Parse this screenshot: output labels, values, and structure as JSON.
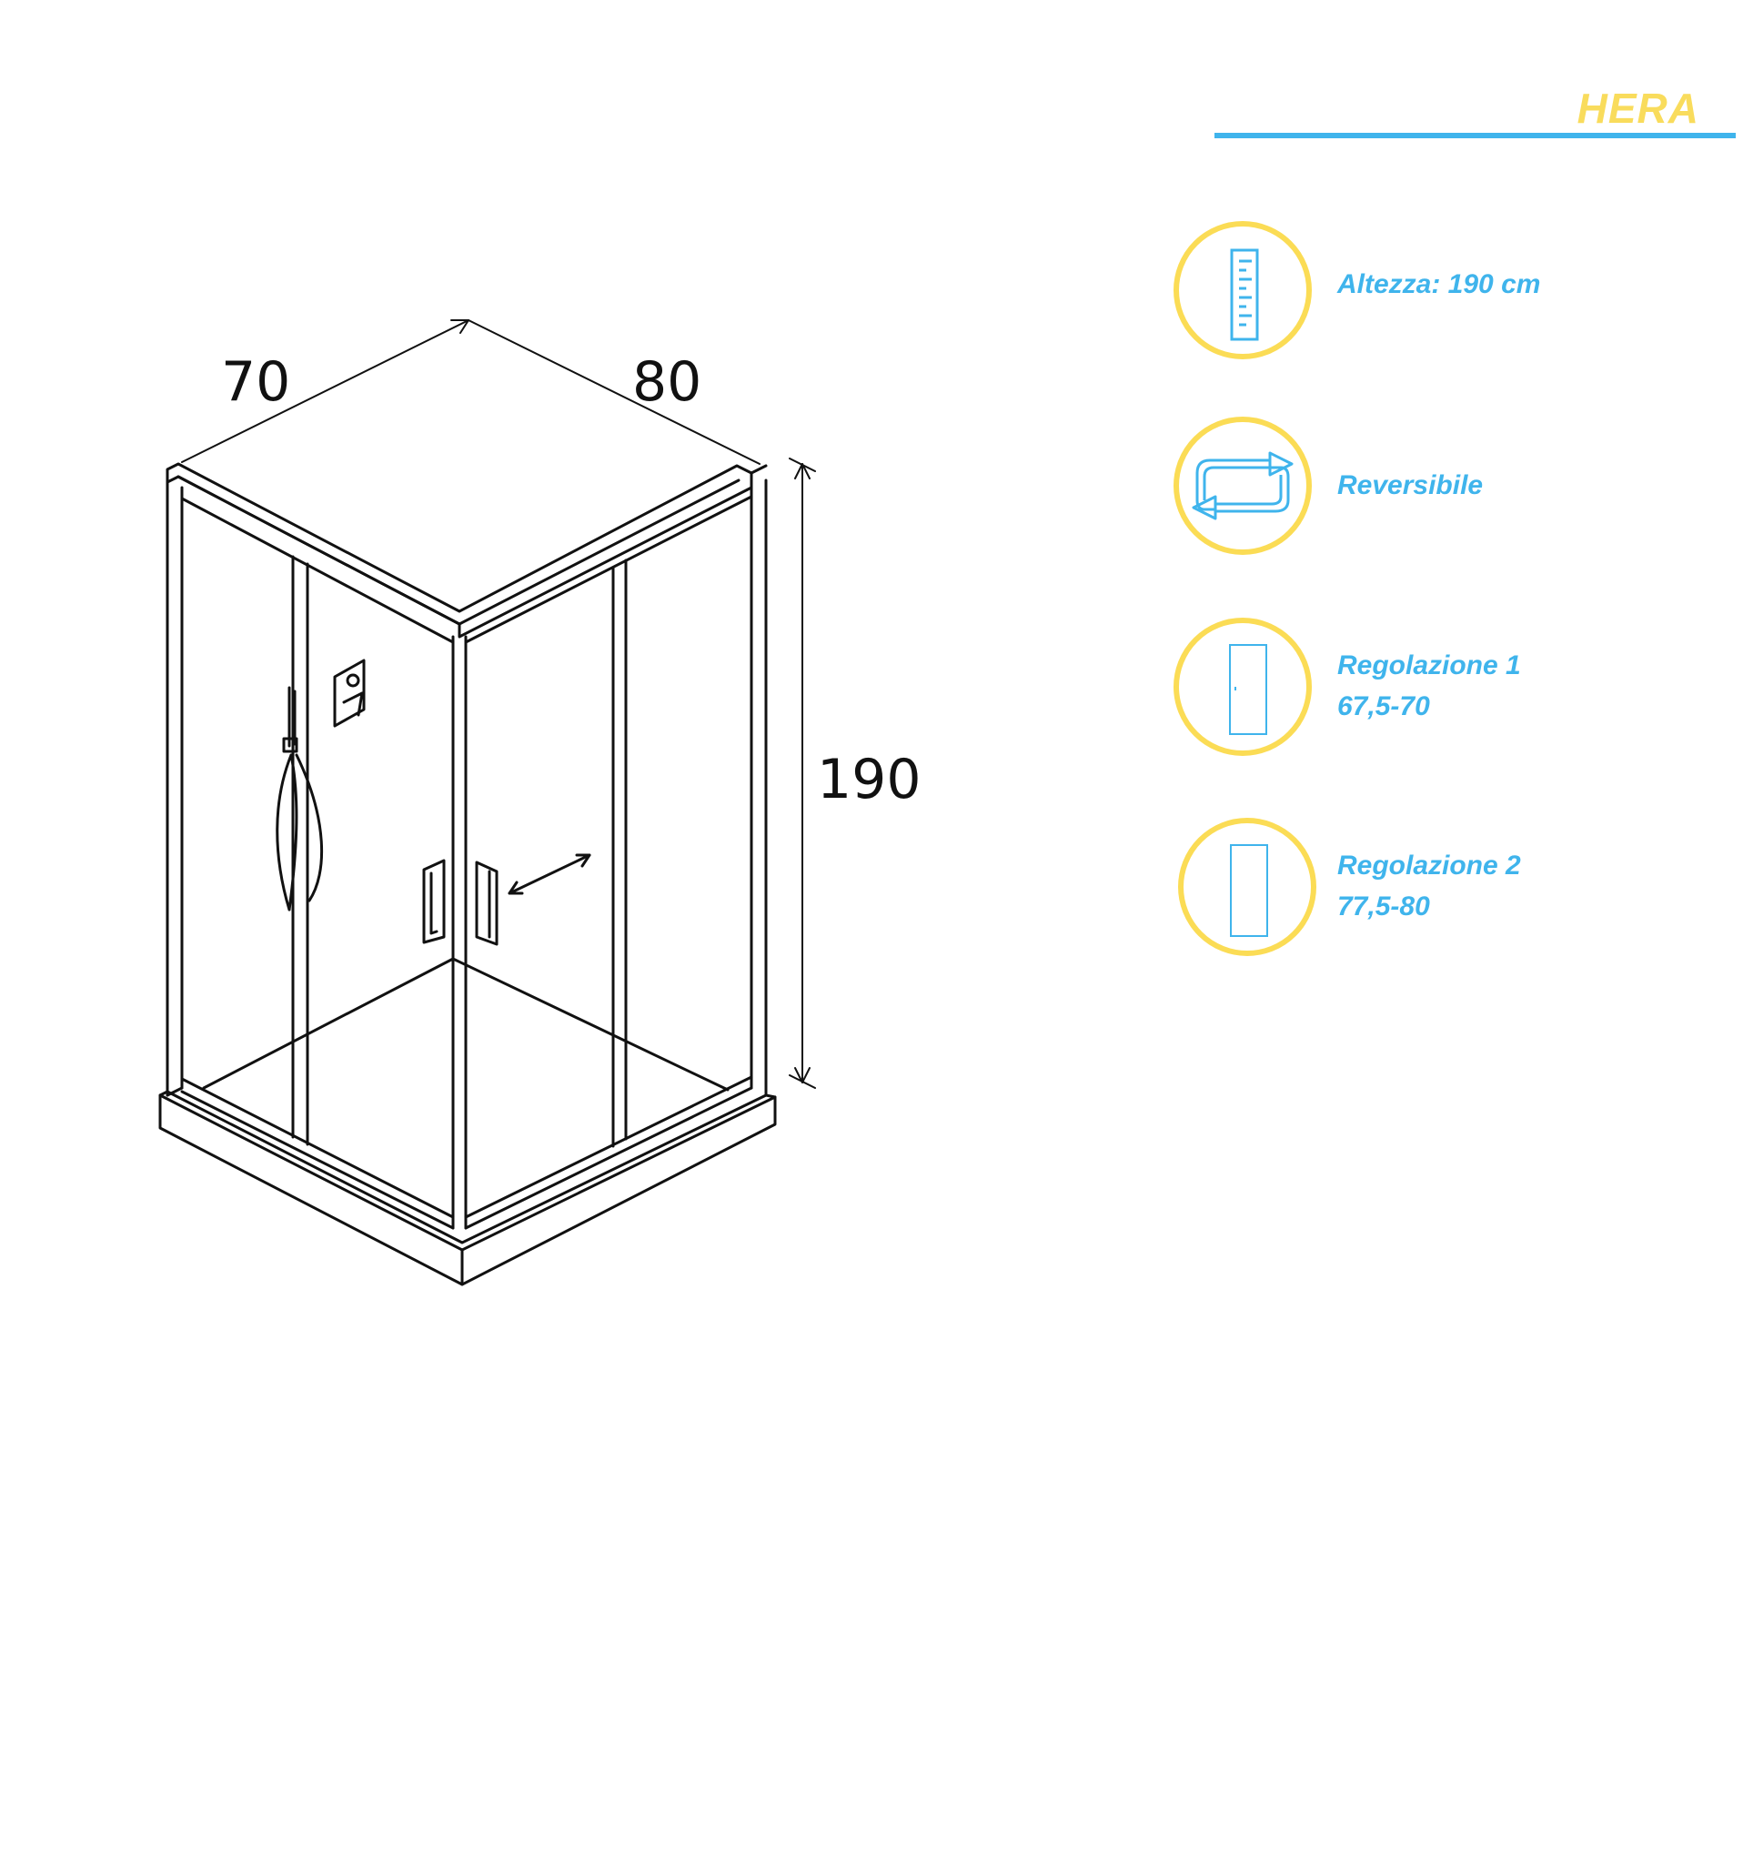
{
  "brand": {
    "name": "HERA"
  },
  "dimensions": {
    "width_left": "70",
    "width_right": "80",
    "height": "190"
  },
  "features": [
    {
      "icon": "ruler-icon",
      "line1": "Altezza: 190 cm",
      "line2": ""
    },
    {
      "icon": "reverse-arrows-icon",
      "line1": "Reversibile",
      "line2": ""
    },
    {
      "icon": "narrow-panel-icon",
      "line1": "Regolazione 1",
      "line2": "67,5-70"
    },
    {
      "icon": "wide-panel-icon",
      "line1": "Regolazione 2",
      "line2": "77,5-80"
    }
  ],
  "colors": {
    "accent_blue": "#3fb4ec",
    "accent_yellow": "#fbdc55",
    "line": "#111111"
  }
}
